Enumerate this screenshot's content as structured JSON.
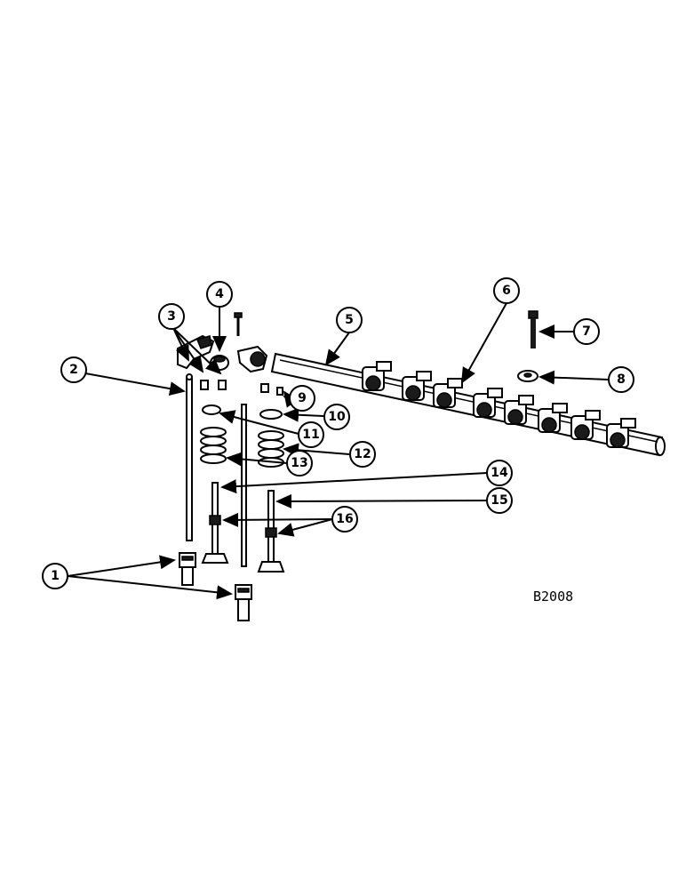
{
  "diagram": {
    "drawing_code": "B2008",
    "callouts": [
      "1",
      "2",
      "3",
      "4",
      "5",
      "6",
      "7",
      "8",
      "9",
      "10",
      "11",
      "12",
      "13",
      "14",
      "15",
      "16"
    ]
  }
}
